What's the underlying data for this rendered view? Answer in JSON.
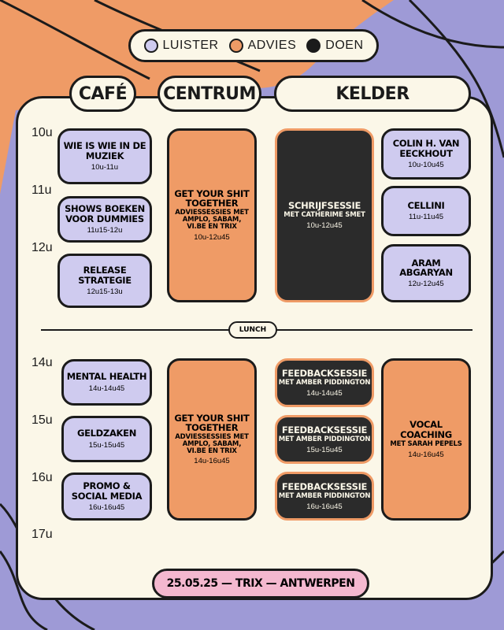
{
  "legend": {
    "items": [
      {
        "label": "LUISTER",
        "color": "#cfcbef"
      },
      {
        "label": "ADVIES",
        "color": "#ef9b66"
      },
      {
        "label": "DOEN",
        "color": "#1b1b1b"
      }
    ]
  },
  "tabs": {
    "cafe": "CAFÉ",
    "centrum": "CENTRUM",
    "kelder": "KELDER"
  },
  "times": [
    "10u",
    "11u",
    "12u",
    "14u",
    "15u",
    "16u",
    "17u"
  ],
  "cafe": [
    {
      "title": "WIE IS WIE IN DE MUZIEK",
      "time": "10u-11u"
    },
    {
      "title": "SHOWS BOEKEN VOOR DUMMIES",
      "time": "11u15-12u"
    },
    {
      "title": "RELEASE STRATEGIE",
      "time": "12u15-13u"
    },
    {
      "title": "MENTAL HEALTH",
      "time": "14u-14u45"
    },
    {
      "title": "GELDZAKEN",
      "time": "15u-15u45"
    },
    {
      "title": "PROMO & SOCIAL MEDIA",
      "time": "16u-16u45"
    }
  ],
  "centrum": [
    {
      "title": "GET YOUR SHIT TOGETHER",
      "sub": "ADVIESSESSIES MET AMPLO, SABAM, VI.BE EN TRIX",
      "time": "10u-12u45"
    },
    {
      "title": "GET YOUR SHIT TOGETHER",
      "sub": "ADVIESSESSIES MET AMPLO, SABAM, VI.BE EN TRIX",
      "time": "14u-16u45"
    }
  ],
  "kelder_left": [
    {
      "title": "SCHRIJFSESSIE",
      "sub": "MET CATHERIME SMET",
      "time": "10u-12u45"
    },
    {
      "title": "FEEDBACKSESSIE",
      "sub": "MET AMBER PIDDINGTON",
      "time": "14u-14u45"
    },
    {
      "title": "FEEDBACKSESSIE",
      "sub": "MET AMBER PIDDINGTON",
      "time": "15u-15u45"
    },
    {
      "title": "FEEDBACKSESSIE",
      "sub": "MET AMBER PIDDINGTON",
      "time": "16u-16u45"
    }
  ],
  "kelder_right": [
    {
      "title": "COLIN H. VAN EECKHOUT",
      "time": "10u-10u45"
    },
    {
      "title": "CELLINI",
      "time": "11u-11u45"
    },
    {
      "title": "ARAM ABGARYAN",
      "time": "12u-12u45"
    },
    {
      "title": "VOCAL COACHING",
      "sub": "MET SARAH PEPELS",
      "time": "14u-16u45"
    }
  ],
  "lunch": "LUNCH",
  "footer": "25.05.25 — TRIX — ANTWERPEN"
}
